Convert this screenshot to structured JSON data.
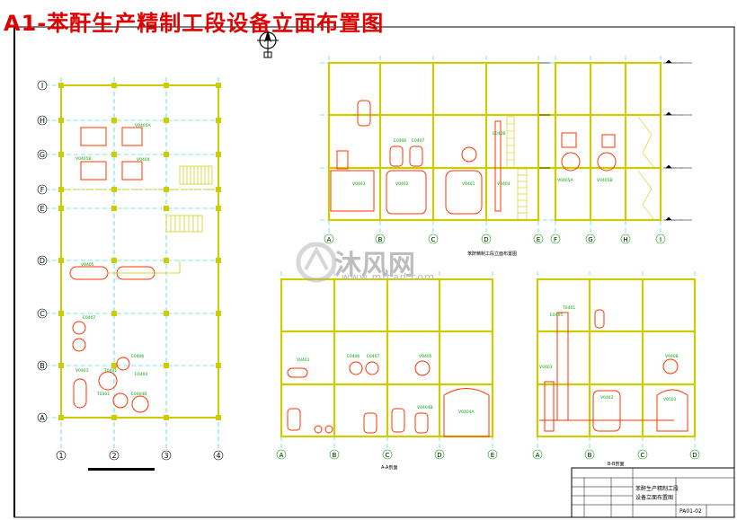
{
  "title": "A1-苯酐生产精制工段设备立面布置图",
  "watermark": {
    "brand": "沐风网",
    "url": "www.mfcad.com"
  },
  "plan": {
    "row_axes": [
      "I",
      "H",
      "G",
      "F",
      "E",
      "D",
      "C",
      "B",
      "A"
    ],
    "col_axes": [
      "1",
      "2",
      "3",
      "4"
    ],
    "equipment_tags": [
      "V0405A",
      "V0405B",
      "V0404",
      "V0405",
      "E0407",
      "E0406",
      "V0401",
      "T0401",
      "T0301",
      "E0404",
      "E0404B"
    ]
  },
  "elevation_top": {
    "caption": "苯酐精制工段立面布置图",
    "axes": [
      "A",
      "B",
      "C",
      "D",
      "E",
      "F",
      "G",
      "H",
      "I"
    ],
    "equipment_tags": [
      "V0403",
      "V0402",
      "E0406",
      "E0407",
      "V0401",
      "V0404",
      "E0408",
      "V0405A",
      "V0405B"
    ]
  },
  "elevation_left": {
    "caption": "A-A剖面",
    "axes": [
      "A",
      "B",
      "C",
      "D",
      "E"
    ],
    "equipment_tags": [
      "V0401",
      "E0406",
      "E0407",
      "V0405",
      "V0404A",
      "V0404B"
    ]
  },
  "elevation_right": {
    "caption": "B-B剖面",
    "axes": [
      "A",
      "B",
      "C",
      "D"
    ],
    "equipment_tags": [
      "T0401",
      "E0405",
      "V0403",
      "V0402",
      "V0408",
      "V0501"
    ]
  },
  "title_block": {
    "project": "苯酐生产精制工段",
    "drawing": "设备立面布置图",
    "number": "PA01-02"
  },
  "colors": {
    "title": "#e00000",
    "frame": "#000000",
    "structure": "#cccc00",
    "axis": "#00cccc",
    "equipment": "#ff3300",
    "tag": "#00cc00"
  }
}
